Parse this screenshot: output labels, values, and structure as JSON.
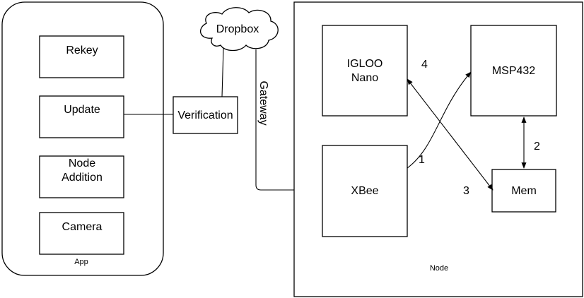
{
  "app": {
    "title": "App",
    "buttons": [
      {
        "label": "Rekey"
      },
      {
        "label": "Update"
      },
      {
        "label_line1": "Node",
        "label_line2": "Addition"
      },
      {
        "label": "Camera"
      }
    ]
  },
  "verification": {
    "label": "Verification"
  },
  "dropbox": {
    "label": "Dropbox"
  },
  "gateway": {
    "label": "Gateway"
  },
  "node": {
    "title": "Node",
    "igloo": {
      "label_line1": "IGLOO",
      "label_line2": "Nano"
    },
    "msp": {
      "label": "MSP432"
    },
    "xbee": {
      "label": "XBee"
    },
    "mem": {
      "label": "Mem"
    },
    "step_labels": [
      "1",
      "2",
      "3",
      "4"
    ]
  }
}
